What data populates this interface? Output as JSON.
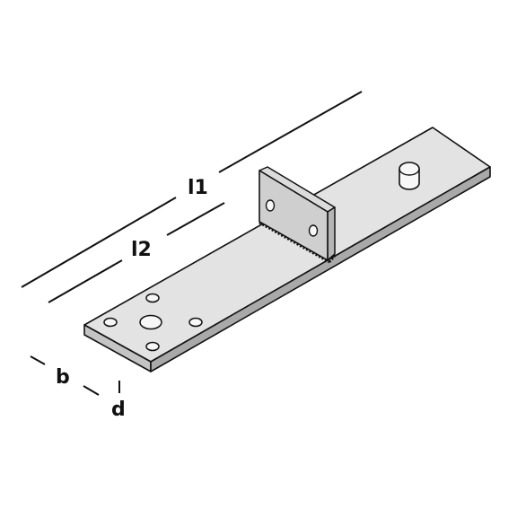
{
  "labels": {
    "overall_length": "l1",
    "hole_length": "l2",
    "width": "b",
    "thickness": "d"
  },
  "colors": {
    "plate_top": "#e3e3e3",
    "plate_side": "#c4c4c4",
    "plate_edge": "#a9a9a9",
    "upright_face": "#cfcfcf",
    "upright_side": "#b5b5b5",
    "hole_fill": "#f7f7f7",
    "line": "#111111"
  }
}
